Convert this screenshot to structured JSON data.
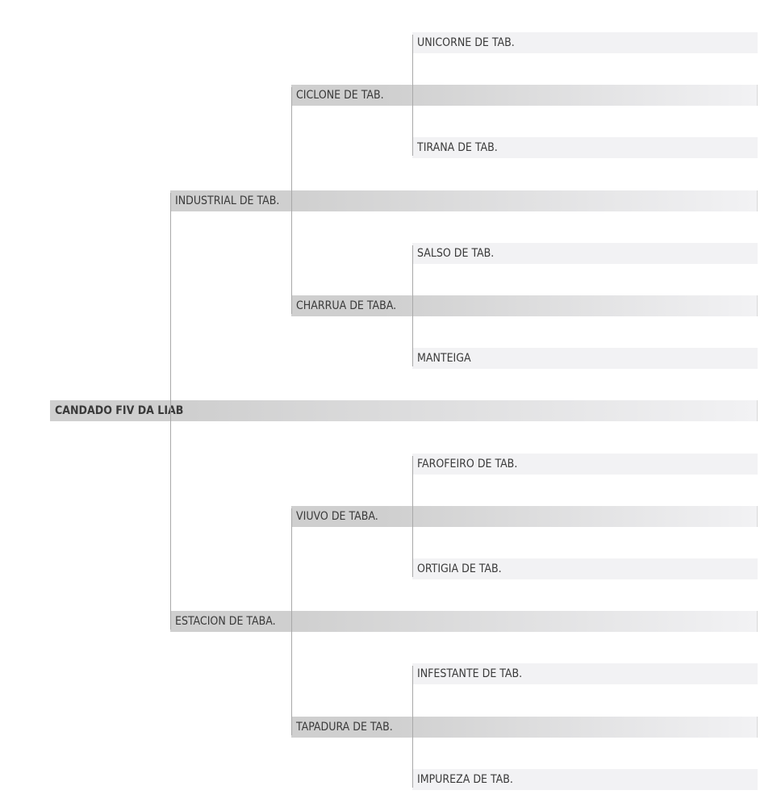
{
  "colors": {
    "bar_dark": "#cfcfcf",
    "bar_light": "#f2f2f4",
    "line": "#a8a8a8",
    "text": "#3a3a3a"
  },
  "tree": {
    "label": "CANDADO FIV DA LIAB",
    "children": [
      {
        "label": "INDUSTRIAL DE TAB.",
        "children": [
          {
            "label": "CICLONE DE TAB.",
            "children": [
              {
                "label": "UNICORNE DE TAB."
              },
              {
                "label": "TIRANA DE TAB."
              }
            ]
          },
          {
            "label": "CHARRUA DE TABA.",
            "children": [
              {
                "label": "SALSO DE TAB."
              },
              {
                "label": "MANTEIGA"
              }
            ]
          }
        ]
      },
      {
        "label": "ESTACION DE TABA.",
        "children": [
          {
            "label": "VIUVO DE TABA.",
            "children": [
              {
                "label": "FAROFEIRO DE TAB."
              },
              {
                "label": "ORTIGIA DE TAB."
              }
            ]
          },
          {
            "label": "TAPADURA DE TAB.",
            "children": [
              {
                "label": "INFESTANTE DE TAB."
              },
              {
                "label": "IMPUREZA DE TAB."
              }
            ]
          }
        ]
      }
    ]
  }
}
